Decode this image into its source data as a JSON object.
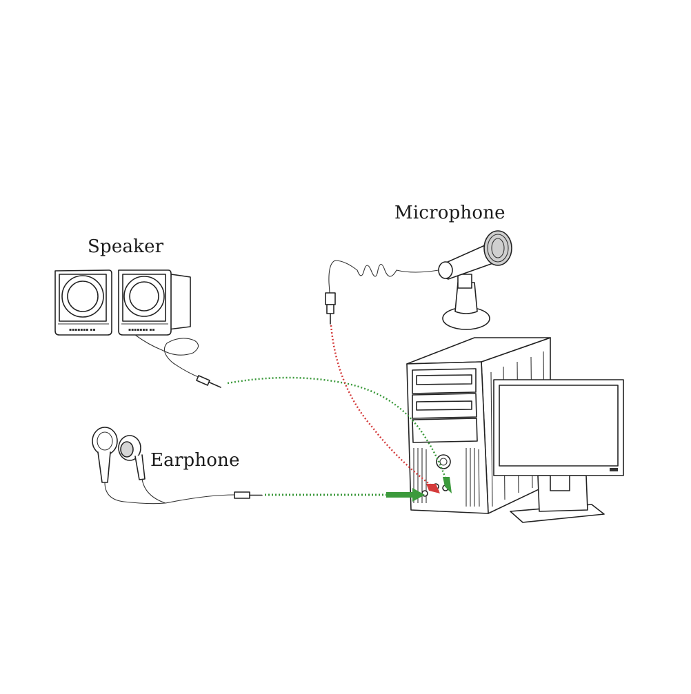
{
  "labels": {
    "speaker": "Speaker",
    "microphone": "Microphone",
    "earphone": "Earphone"
  },
  "colors": {
    "speaker_cable": "#3c9a3c",
    "microphone_cable": "#d43b3b",
    "earphone_cable": "#3c9a3c",
    "line_art": "#222222"
  }
}
